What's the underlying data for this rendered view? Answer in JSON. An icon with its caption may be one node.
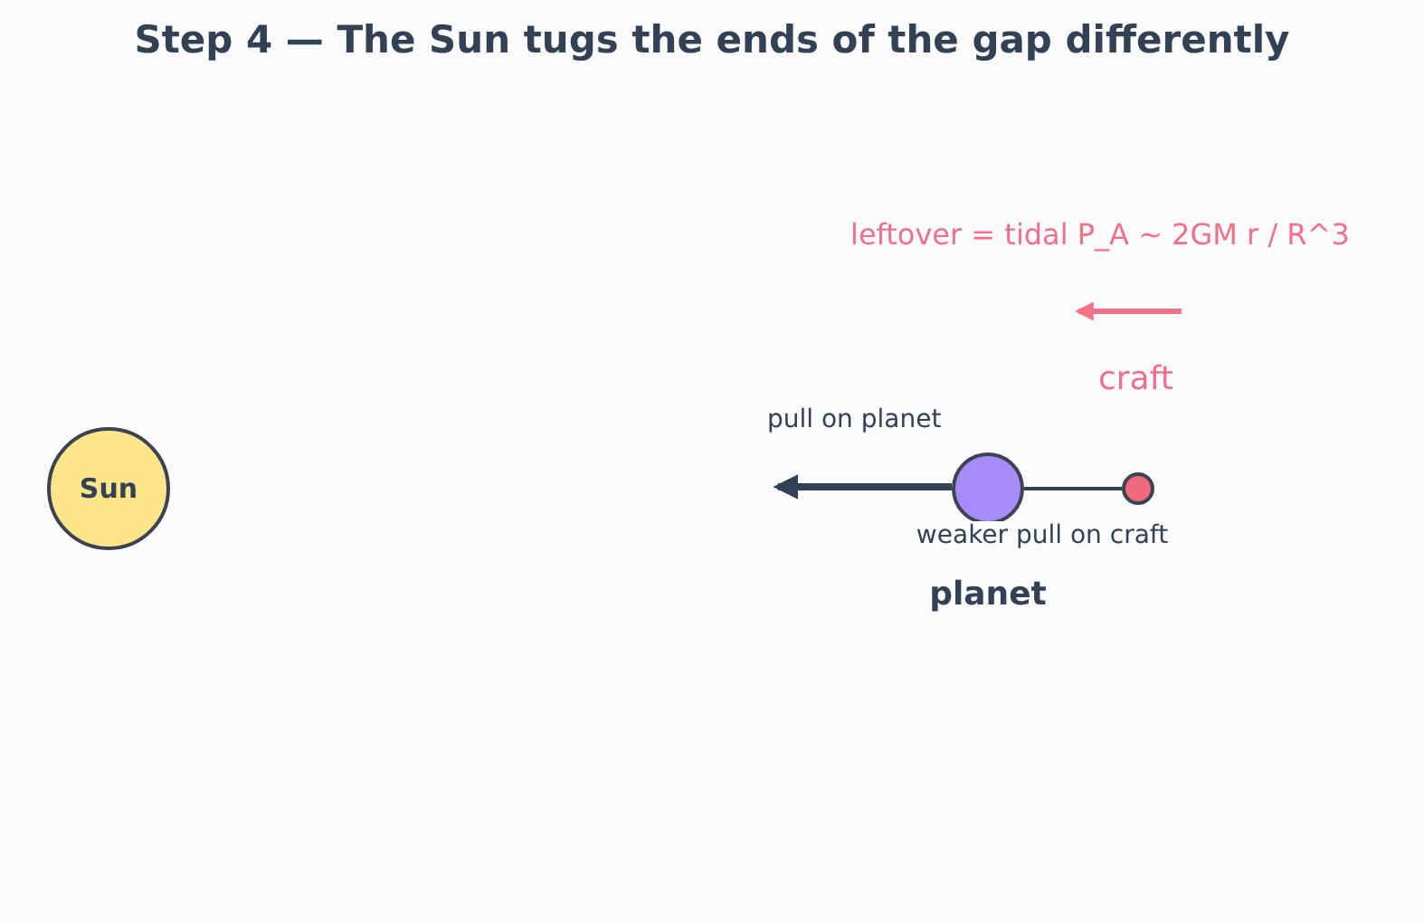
{
  "diagram": {
    "title": "Step 4 — The Sun tugs the ends of the gap differently",
    "nodes": [
      {
        "text": [
          "Sun"
        ]
      },
      {
        "text": [],
        "shape": "circle",
        "beside": [
          "planet"
        ]
      },
      {
        "text": [],
        "shape": "circle"
      }
    ],
    "edges": [
      {
        "from": 1,
        "to": 2,
        "arrow": "none",
        "label": "weaker pull on craft"
      }
    ],
    "labels": [
      "leftover = tidal P_A ~ 2GM r / R^3",
      "craft",
      "pull on planet"
    ]
  }
}
